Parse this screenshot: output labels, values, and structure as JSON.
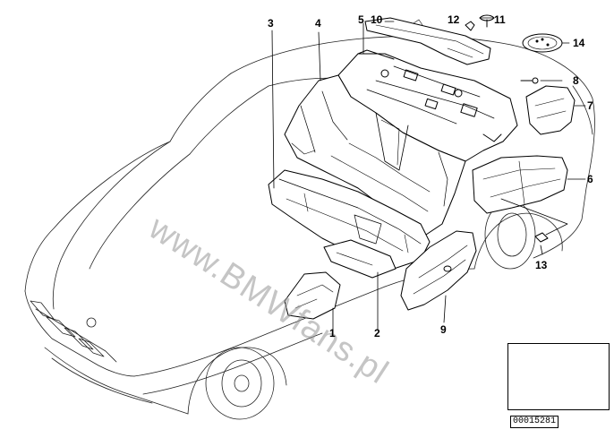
{
  "callouts": {
    "c1": "1",
    "c2": "2",
    "c3": "3",
    "c4": "4",
    "c5": "5",
    "c6": "6",
    "c7": "7",
    "c8": "8",
    "c9": "9",
    "c10": "10",
    "c11": "11",
    "c12": "12",
    "c13": "13",
    "c14": "14"
  },
  "watermark": "www.BMWfans.pl",
  "reference_number": "00015281"
}
